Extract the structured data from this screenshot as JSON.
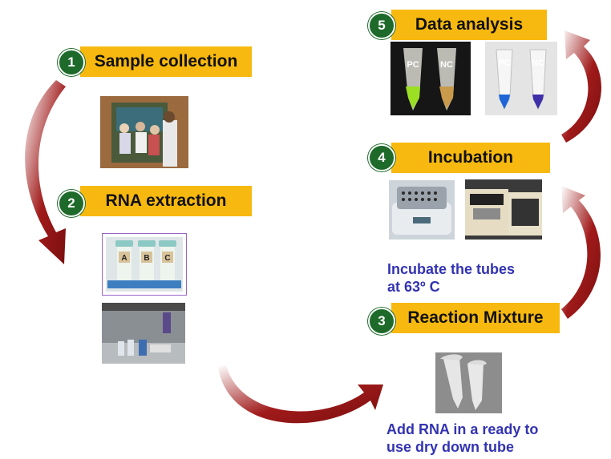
{
  "colors": {
    "label_bg": "#f7b90f",
    "step_number_bg": "#1e6a2a",
    "arrow": "#8c1414",
    "caption": "#3333b3"
  },
  "steps": [
    {
      "number": "1",
      "title": "Sample collection"
    },
    {
      "number": "2",
      "title": "RNA extraction"
    },
    {
      "number": "3",
      "title": "Reaction Mixture"
    },
    {
      "number": "4",
      "title": "Incubation"
    },
    {
      "number": "5",
      "title": "Data analysis"
    }
  ],
  "captions": {
    "incubate": [
      "Incubate the tubes",
      "at 63º C"
    ],
    "add_rna": [
      "Add RNA in a ready to",
      "use dry down tube"
    ]
  },
  "tube_labels": {
    "rna_tubes": [
      "A",
      "B",
      "C"
    ],
    "result_left": [
      "PC",
      "NC"
    ],
    "result_right": [
      "PC",
      "NC"
    ]
  },
  "icons": {
    "arrow": "curved-arrow-icon"
  }
}
